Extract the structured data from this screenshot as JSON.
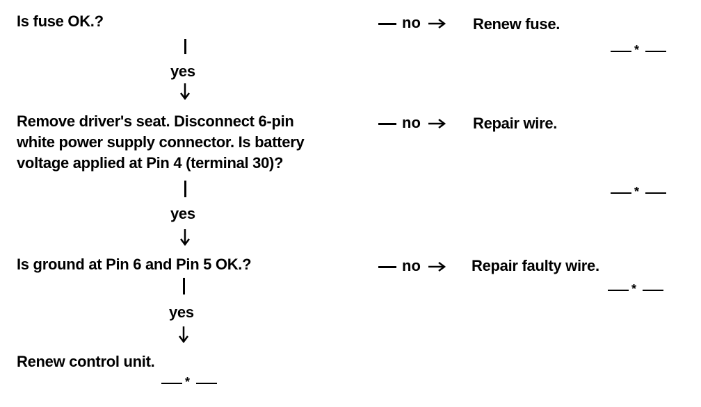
{
  "steps": [
    {
      "question": [
        "Is fuse OK.?"
      ],
      "no_label": "no",
      "no_action": "Renew fuse.",
      "yes_label": "yes",
      "end_mark": "*"
    },
    {
      "question": [
        "Remove driver's seat. Disconnect 6-pin",
        "white power supply connector. Is battery",
        "voltage applied at Pin 4 (terminal 30)?"
      ],
      "no_label": "no",
      "no_action": "Repair wire.",
      "yes_label": "yes",
      "end_mark": "*"
    },
    {
      "question": [
        "Is ground at Pin 6 and Pin 5 OK.?"
      ],
      "no_label": "no",
      "no_action": "Repair faulty wire.",
      "yes_label": "yes",
      "end_mark": "*"
    }
  ],
  "final": {
    "action": "Renew control unit.",
    "end_mark": "*"
  }
}
